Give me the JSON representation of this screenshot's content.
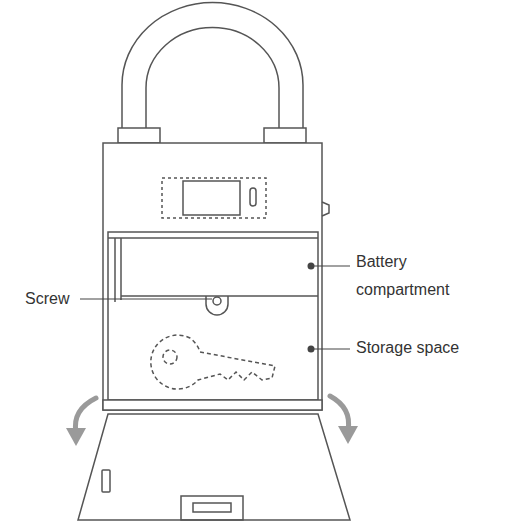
{
  "diagram": {
    "labels": [
      "Screw",
      "Battery compartment",
      "Storage space"
    ]
  }
}
